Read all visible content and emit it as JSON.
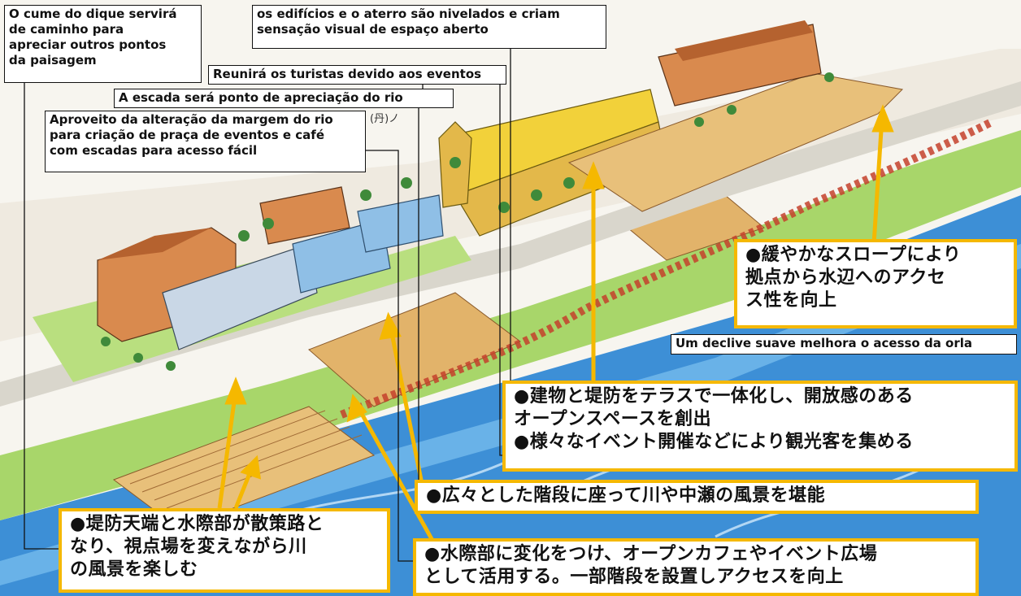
{
  "captions_pt": {
    "cume": "O cume do dique servirá\nde caminho para\napreciar outros pontos\nda paisagem",
    "edificios": "os edifícios e o aterro são nivelados e criam\nsensação visual de espaço aberto",
    "turistas": "Reunirá os turistas devido aos eventos",
    "escada": "A escada será ponto de apreciação do rio",
    "margem": "Aproveito da alteração da margem do rio\npara criação de praça de eventos e café\ncom escadas para acesso fácil",
    "declive": "Um declive suave melhora o acesso da orla"
  },
  "captions_jp": {
    "slope": "●緩やかなスロープにより\n  拠点から水辺へのアクセ\n  ス性を向上",
    "terrace": "●建物と堤防をテラスで一体化し、開放感のある\n  オープンスペースを創出\n●様々なイベント開催などにより観光客を集める",
    "stairs": "●広々とした階段に座って川や中瀬の風景を堪能",
    "walkway": "●堤防天端と水際部が散策路と\n  なり、視点場を変えながら川\n  の風景を楽しむ",
    "waterside": "●水際部に変化をつけ、オープンカフェやイベント広場\n  として活用する。一部階段を設置しアクセスを向上"
  },
  "sketch_text": {
    "sign": "(丹)ノ"
  },
  "colors": {
    "river": "#3d8fd6",
    "river_light": "#7cc0ef",
    "grass": "#a8d66a",
    "terrace": "#e8c07a",
    "yellow_frame": "#f5b800",
    "building": "#d98a4e",
    "roof_blue": "#8fbfe6"
  }
}
